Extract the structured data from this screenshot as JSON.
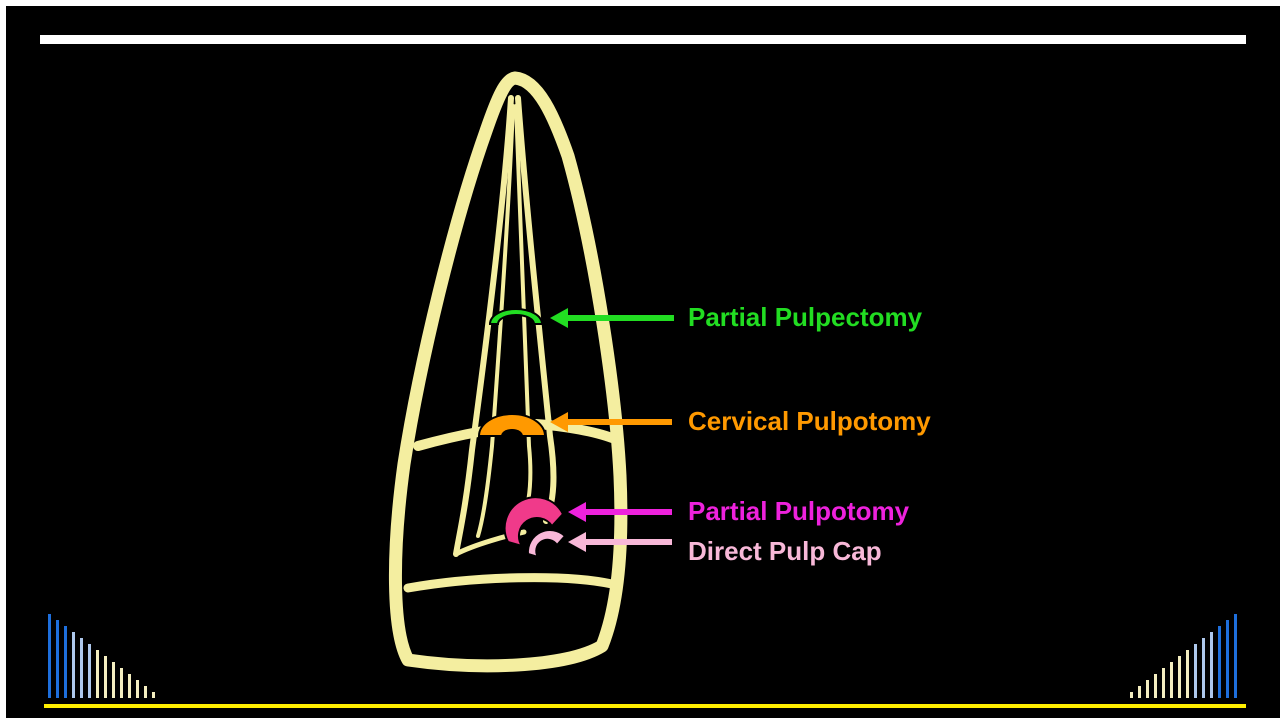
{
  "labels": {
    "partial_pulpectomy": "Partial Pulpectomy",
    "cervical_pulpotomy": "Cervical Pulpotomy",
    "partial_pulpotomy": "Partial Pulpotomy",
    "direct_pulp_cap": "Direct Pulp Cap"
  },
  "colors": {
    "background": "#000000",
    "tooth_outline": "#f4eea0",
    "partial_pulpectomy": "#22dd22",
    "cervical_pulpotomy": "#ff9900",
    "partial_pulpotomy": "#ee22dd",
    "direct_pulp_cap": "#f8b8d8",
    "partial_pulpotomy_marker": "#f03a8a",
    "top_rule": "#ffffff",
    "bottom_rule": "#ffee00",
    "bar_blue": "#1e6fdc",
    "bar_light_blue": "#aec8ec",
    "bar_cream": "#f4eec0"
  }
}
